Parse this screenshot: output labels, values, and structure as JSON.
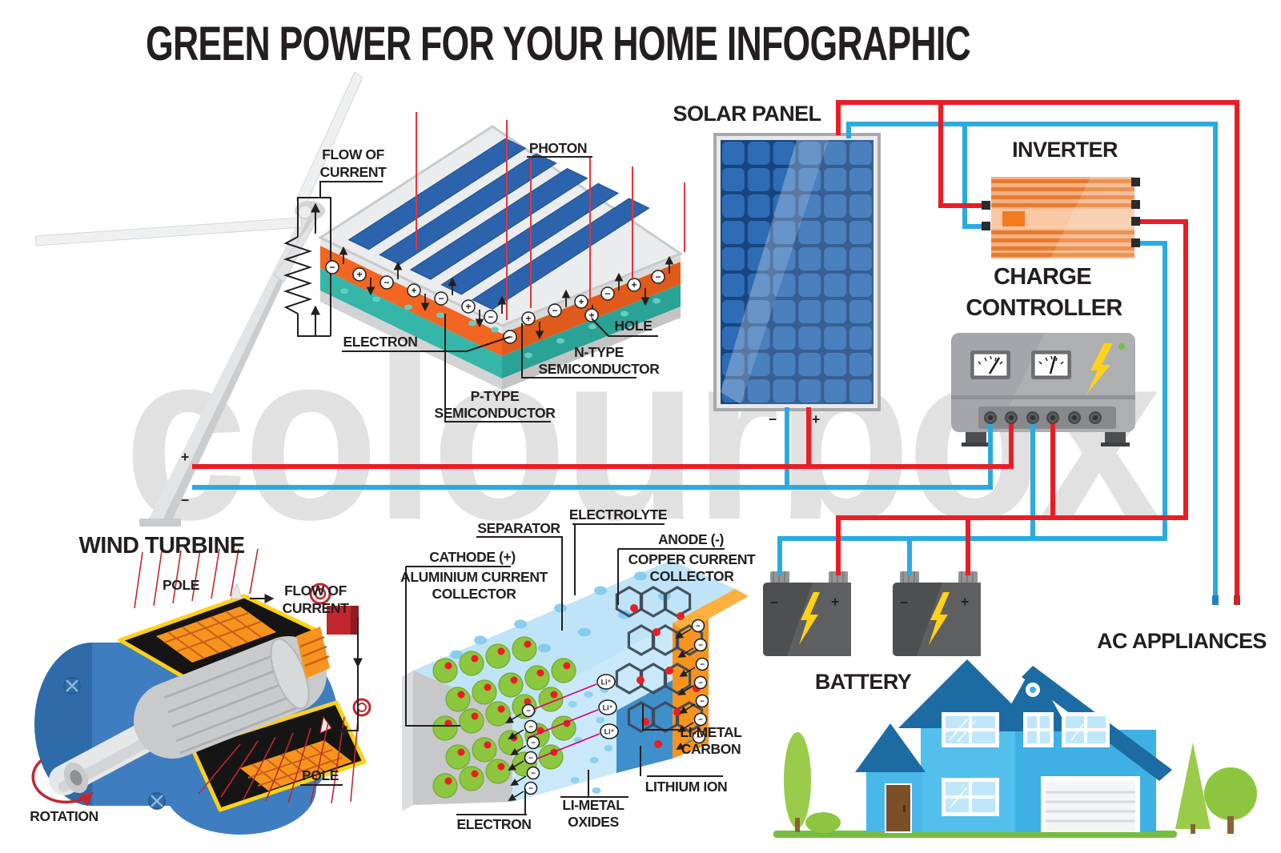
{
  "title": {
    "text": "GREEN POWER FOR YOUR HOME INFOGRAPHIC",
    "color": "#2456A8"
  },
  "watermark": {
    "text": "colourbox"
  },
  "colors": {
    "wire_red": "#EC1C24",
    "wire_blue": "#29ABE2",
    "title_blue": "#2456A8",
    "label_black": "#231F20",
    "panel_cell_blue": "#2E6CB5",
    "inverter_orange": "#F6B183",
    "controller_gray": "#A4A6A9",
    "battery_gray": "#4E4F51",
    "bolt_yellow": "#FFD117",
    "house_blue": "#53BFED",
    "roof_blue": "#1D6BA3",
    "grass_green": "#76BC40",
    "pv_n_orange": "#F26522",
    "pv_p_teal": "#35B6A8",
    "copper_orange": "#F7941E",
    "li_green": "#8DC63F",
    "hex_dark": "#3E4A57"
  },
  "labels": {
    "wind_turbine": "WIND TURBINE",
    "solar_panel": "SOLAR PANEL",
    "inverter": "INVERTER",
    "charge_controller_1": "CHARGE",
    "charge_controller_2": "CONTROLLER",
    "battery": "BATTERY",
    "ac_appliances": "AC APPLIANCES",
    "pv": {
      "flow_1": "FLOW OF",
      "flow_2": "CURRENT",
      "photon": "PHOTON",
      "electron": "ELECTRON",
      "hole": "HOLE",
      "n_type_1": "N-TYPE",
      "n_type_2": "SEMICONDUCTOR",
      "p_type_1": "P-TYPE",
      "p_type_2": "SEMICONDUCTOR"
    },
    "generator": {
      "pole_top": "POLE",
      "flow_1": "FLOW OF",
      "flow_2": "CURRENT",
      "pole_bottom": "POLE",
      "rotation": "ROTATION"
    },
    "li_ion": {
      "separator": "SEPARATOR",
      "electrolyte": "ELECTROLYTE",
      "anode": "ANODE (-)",
      "copper_1": "COPPER CURRENT",
      "copper_2": "COLLECTOR",
      "cathode": "CATHODE (+)",
      "aluminium_1": "ALUMINIUM CURRENT",
      "aluminium_2": "COLLECTOR",
      "li_metal_carbon_1": "LI-METAL",
      "li_metal_carbon_2": "CARBON",
      "lithium_ion": "LITHIUM ION",
      "li_metal_oxides_1": "LI-METAL",
      "li_metal_oxides_2": "OXIDES",
      "electron": "ELECTRON",
      "li_symbol": "Li⁺"
    }
  },
  "symbols": {
    "plus": "+",
    "minus": "−"
  }
}
